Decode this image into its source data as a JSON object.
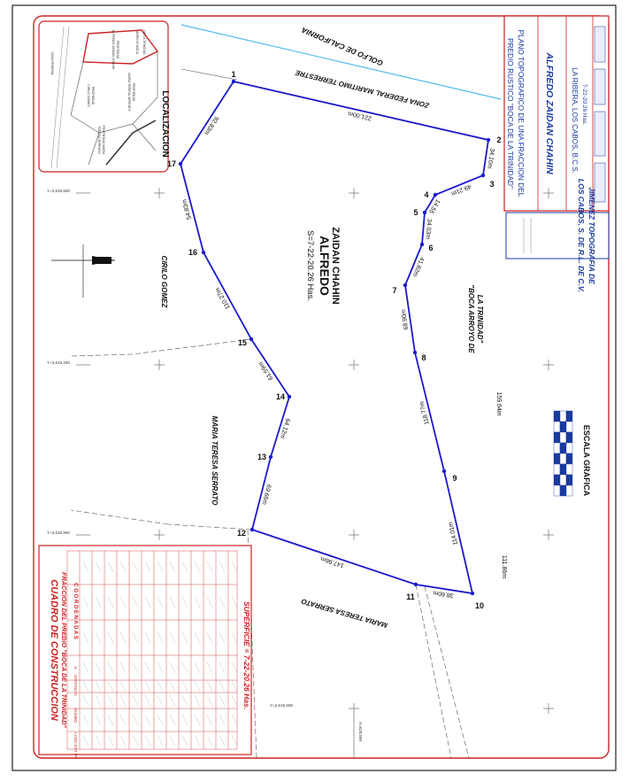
{
  "title_block": {
    "line1": "PLANO TOPOGRAFICO DE UNA FRACCION DEL",
    "line2": "PREDIO RUSTICO \"BOCA DE LA TRINIDAD\"",
    "owner": "ALFREDO ZAIDAN CHAHIN",
    "location": "LA RIBERA, LOS CABOS, B.C.S.",
    "surface": "7-22-20.26 Has.",
    "firm_line1": "JIMENEZ TOPOGRAFIA DE",
    "firm_line2": "LOS CABOS, S. DE R.L. DE C.V."
  },
  "map": {
    "sea_label": "GOLFO DE CALIFORNIA",
    "zone_label": "ZONA FEDERAL MARITIMO TERRESTRE",
    "parcel_owner": "ALFREDO",
    "parcel_owner2": "ZAIDAN CHAHIN",
    "parcel_surface": "S=7-22-20.26 Has.",
    "neighbor_north": "CIRILO GOMEZ",
    "neighbor_west": "MARIA TERESA SERRATO",
    "neighbor_south": "MARIA TERESA SERRATO",
    "neighbor_east1": "\"BOCA ARROYO DE",
    "neighbor_east2": "LA TRINIDAD\"",
    "scale_label": "ESCALA GRAFICA",
    "location_label": "LOCALIZACION",
    "extra_dist1": "159.64m",
    "extra_dist2": "111.86m",
    "vertices": [
      {
        "id": "1",
        "label": "1"
      },
      {
        "id": "2",
        "label": "2"
      },
      {
        "id": "3",
        "label": "3"
      },
      {
        "id": "4",
        "label": "4"
      },
      {
        "id": "5",
        "label": "5"
      },
      {
        "id": "6",
        "label": "6"
      },
      {
        "id": "7",
        "label": "7"
      },
      {
        "id": "8",
        "label": "8"
      },
      {
        "id": "9",
        "label": "9"
      },
      {
        "id": "10",
        "label": "10"
      },
      {
        "id": "11",
        "label": "11"
      },
      {
        "id": "12",
        "label": "12"
      },
      {
        "id": "13",
        "label": "13"
      },
      {
        "id": "14",
        "label": "14"
      },
      {
        "id": "15",
        "label": "15"
      },
      {
        "id": "16",
        "label": "16"
      },
      {
        "id": "17",
        "label": "17"
      }
    ],
    "sides": [
      {
        "from": "1",
        "to": "2",
        "dist": "221.00m"
      },
      {
        "from": "2",
        "to": "3",
        "dist": "34.10m"
      },
      {
        "from": "3",
        "to": "4",
        "dist": "49.21m"
      },
      {
        "from": "4",
        "to": "5",
        "dist": "14.55"
      },
      {
        "from": "5",
        "to": "6",
        "dist": "34.03m"
      },
      {
        "from": "6",
        "to": "7",
        "dist": "41.82m"
      },
      {
        "from": "7",
        "to": "8",
        "dist": "68.90m"
      },
      {
        "from": "8",
        "to": "9",
        "dist": "118.77m"
      },
      {
        "from": "9",
        "to": "10",
        "dist": "114.01m"
      },
      {
        "from": "10",
        "to": "11",
        "dist": "38.60m"
      },
      {
        "from": "11",
        "to": "12",
        "dist": "147.96m"
      },
      {
        "from": "12",
        "to": "13",
        "dist": "69.66m"
      },
      {
        "from": "13",
        "to": "14",
        "dist": "64.12m"
      },
      {
        "from": "14",
        "to": "15",
        "dist": "61.59m"
      },
      {
        "from": "15",
        "to": "16",
        "dist": "110.27m"
      },
      {
        "from": "16",
        "to": "17",
        "dist": "54.83m"
      },
      {
        "from": "17",
        "to": "1",
        "dist": "92.83m"
      }
    ],
    "grid_labels": {
      "y1": "Y=2,619,500",
      "y2": "Y=2,619,200",
      "y3": "Y=2,618,900",
      "y4": "Y=2,618,600",
      "x1": "X=628,600"
    }
  },
  "inset": {
    "label_top1": "ARROYO BOCA",
    "label_top2": "DE LA TRINIDAD",
    "label_parcel1": "PROPIEDAD",
    "label_parcel2": "ALFREDO ZAIDAN CHAHIN",
    "label_left": "ZONA FEDERAL",
    "label_mid1": "PROPIEDAD",
    "label_mid2": "CIRILO GOMEZ",
    "label_right1": "PROPIEDAD",
    "label_right2": "MARIA TERESA SERRATO",
    "label_bottom1": "PROPIEDAD MARIA",
    "label_bottom2": "TERESA SERRATO"
  },
  "table": {
    "title1": "CUADRO DE CONSTRUCCION",
    "title2": "FRACCION DEL PREDIO \"BOCA DE LA TRINIDAD\"",
    "headers": [
      "LADO EST PV",
      "RUMBO",
      "DISTANCIA",
      "V",
      "C O O R D E N A D A S"
    ],
    "surface_footer": "SUPERFICIE = 7-22-20.26 Has."
  },
  "colors": {
    "boundary": "#1a1acc",
    "frame": "#cc2222",
    "table_text": "#cc2222",
    "water": "#55bbee",
    "title_blue": "#1a3aa0"
  }
}
